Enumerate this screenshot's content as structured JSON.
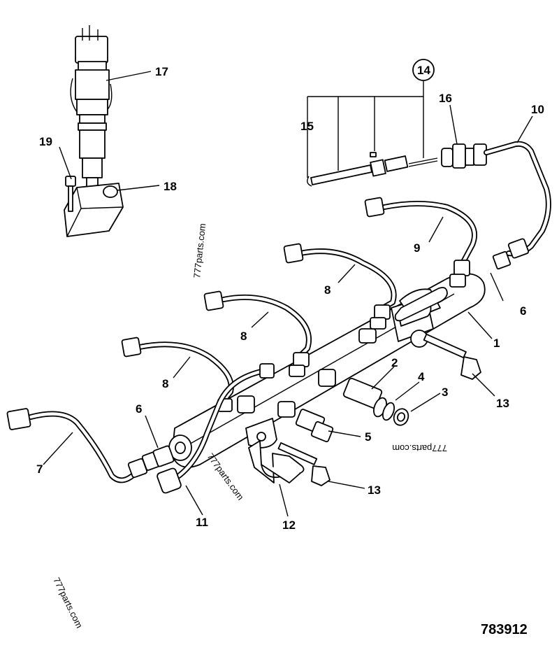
{
  "callouts": {
    "c1": "1",
    "c2": "2",
    "c3": "3",
    "c4": "4",
    "c5": "5",
    "c6a": "6",
    "c6b": "6",
    "c7": "7",
    "c8a": "8",
    "c8b": "8",
    "c8c": "8",
    "c9": "9",
    "c10": "10",
    "c11": "11",
    "c12": "12",
    "c13a": "13",
    "c13b": "13",
    "c14": "14",
    "c15": "15",
    "c16": "16",
    "c17": "17",
    "c18": "18",
    "c19": "19"
  },
  "watermarks": [
    "777parts.com",
    "777parts.com",
    "777parts.com",
    "777parts.com"
  ],
  "drawing_number": "783912"
}
